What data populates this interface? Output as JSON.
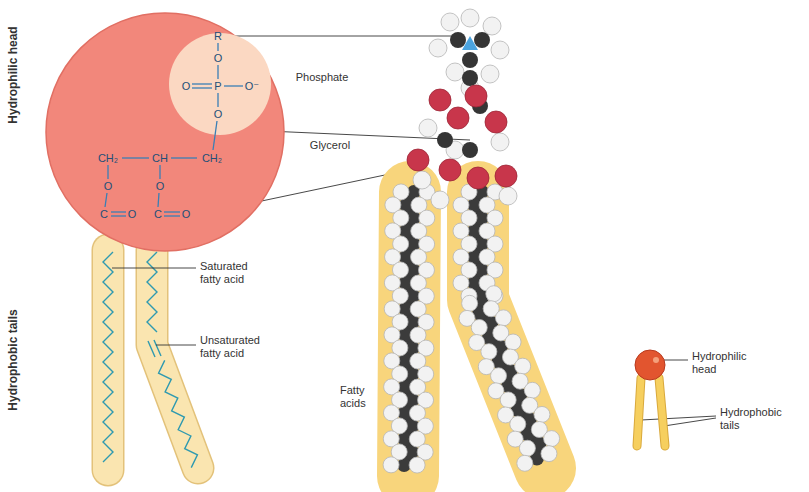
{
  "diagram": {
    "nodes": [
      {
        "text": [
          "CH₂",
          "CH",
          "CH₂",
          "O",
          "O",
          "C",
          "O",
          "C",
          "O"
        ]
      },
      {
        "text": [
          "R",
          "O",
          "O",
          "P",
          "O⁻",
          "O"
        ],
        "in": 0
      }
    ],
    "labels": [
      "Hydrophilic head",
      "Hydrophobic tails",
      "Phosphate",
      "Glycerol",
      "Saturated fatty acid",
      "Unsaturated fatty acid",
      "Fatty acids",
      "Hydrophilic head",
      "Hydrophobic tails"
    ]
  }
}
